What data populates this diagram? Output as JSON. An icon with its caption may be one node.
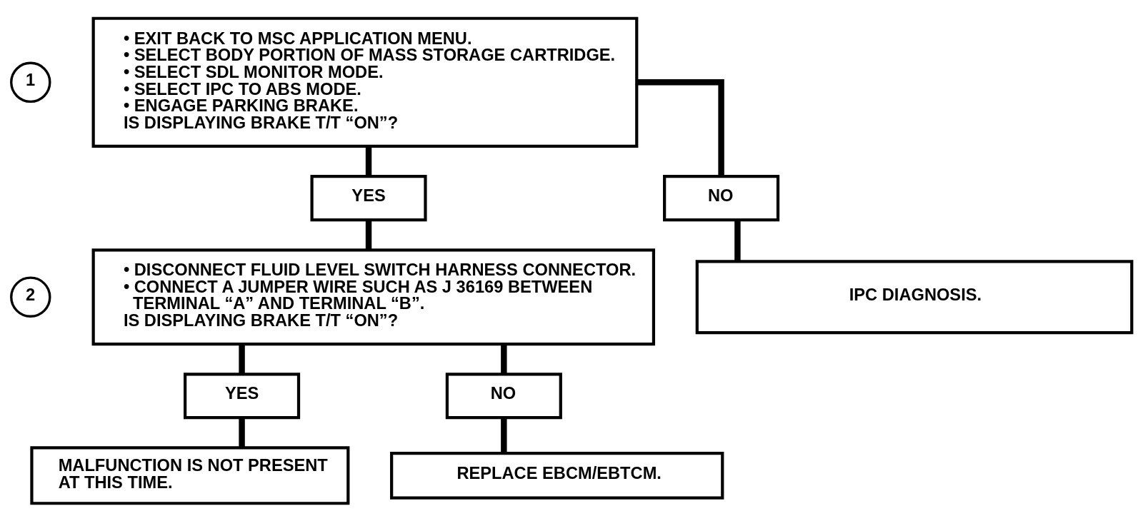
{
  "diagram": {
    "nodes": [
      {
        "text": [
          "1"
        ]
      },
      {
        "text": [
          "• EXIT BACK TO MSC APPLICATION MENU.",
          "• SELECT BODY PORTION OF MASS STORAGE CARTRIDGE.",
          "• SELECT SDL MONITOR MODE.",
          "• SELECT IPC TO ABS MODE.",
          "• ENGAGE PARKING BRAKE.",
          "IS DISPLAYING BRAKE T/T “ON”?"
        ]
      },
      {
        "text": [
          "YES"
        ]
      },
      {
        "text": [
          "NO"
        ]
      },
      {
        "text": [
          "2"
        ]
      },
      {
        "text": [
          "• DISCONNECT FLUID LEVEL SWITCH HARNESS CONNECTOR.",
          "• CONNECT A JUMPER WIRE SUCH AS J 36169 BETWEEN TERMINAL “A” AND TERMINAL “B”.",
          "IS DISPLAYING BRAKE T/T “ON”?"
        ]
      },
      {
        "text": [
          "IPC DIAGNOSIS."
        ]
      },
      {
        "text": [
          "YES"
        ]
      },
      {
        "text": [
          "NO"
        ]
      },
      {
        "text": [
          "MALFUNCTION IS NOT PRESENT AT THIS TIME."
        ]
      },
      {
        "text": [
          "REPLACE EBCM/EBTCM."
        ]
      }
    ],
    "edges": [
      {
        "from": 1,
        "to": 2,
        "arrow": "none"
      },
      {
        "from": 1,
        "to": 3,
        "arrow": "none"
      },
      {
        "from": 2,
        "to": 5,
        "arrow": "none"
      },
      {
        "from": 3,
        "to": 6,
        "arrow": "none"
      },
      {
        "from": 5,
        "to": 7,
        "arrow": "none"
      },
      {
        "from": 5,
        "to": 8,
        "arrow": "none"
      },
      {
        "from": 7,
        "to": 9,
        "arrow": "none"
      },
      {
        "from": 8,
        "to": 10,
        "arrow": "none"
      }
    ]
  }
}
